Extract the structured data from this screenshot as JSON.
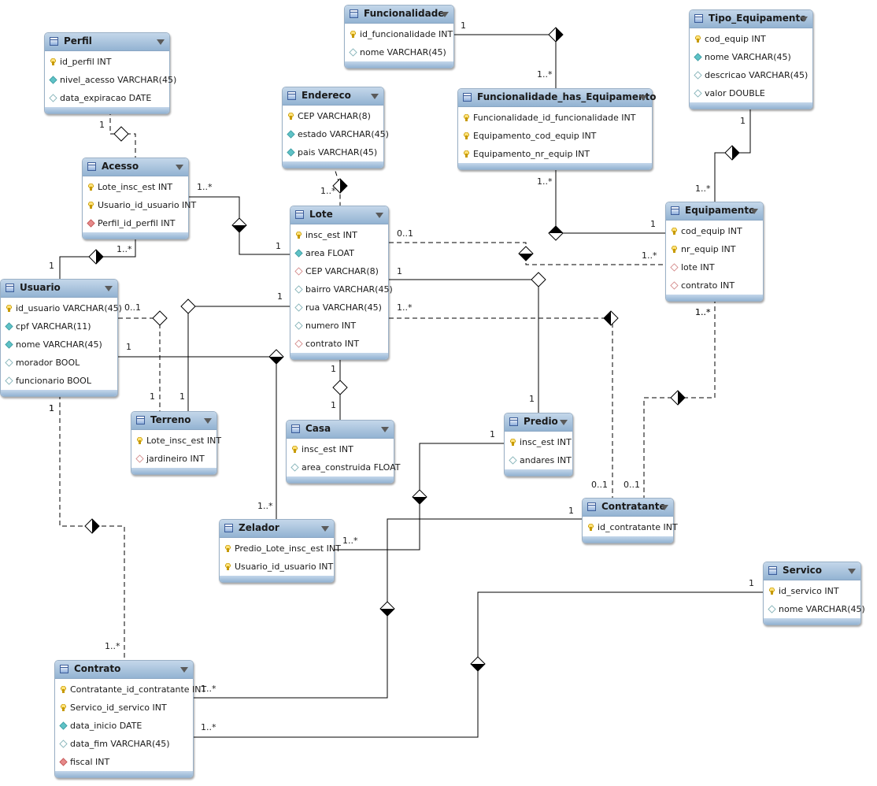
{
  "tables": [
    {
      "id": "perfil",
      "name": "Perfil",
      "columns": [
        {
          "icon": "pk",
          "text": "id_perfil INT"
        },
        {
          "icon": "nn",
          "text": "nivel_acesso VARCHAR(45)"
        },
        {
          "icon": "nl",
          "text": "data_expiracao DATE"
        }
      ]
    },
    {
      "id": "funcionalidade",
      "name": "Funcionalidade",
      "columns": [
        {
          "icon": "pk",
          "text": "id_funcionalidade INT"
        },
        {
          "icon": "nl",
          "text": "nome VARCHAR(45)"
        }
      ]
    },
    {
      "id": "tipo_equipamento",
      "name": "Tipo_Equipamento",
      "columns": [
        {
          "icon": "pk",
          "text": "cod_equip INT"
        },
        {
          "icon": "nn",
          "text": "nome VARCHAR(45)"
        },
        {
          "icon": "nl",
          "text": "descricao VARCHAR(45)"
        },
        {
          "icon": "nl",
          "text": "valor DOUBLE"
        }
      ]
    },
    {
      "id": "endereco",
      "name": "Endereco",
      "columns": [
        {
          "icon": "pk",
          "text": "CEP VARCHAR(8)"
        },
        {
          "icon": "nn",
          "text": "estado VARCHAR(45)"
        },
        {
          "icon": "nn",
          "text": "pais VARCHAR(45)"
        }
      ]
    },
    {
      "id": "func_has_equip",
      "name": "Funcionalidade_has_Equipamento",
      "columns": [
        {
          "icon": "pk",
          "text": "Funcionalidade_id_funcionalidade INT"
        },
        {
          "icon": "pk",
          "text": "Equipamento_cod_equip INT"
        },
        {
          "icon": "pk",
          "text": "Equipamento_nr_equip INT"
        }
      ]
    },
    {
      "id": "acesso",
      "name": "Acesso",
      "columns": [
        {
          "icon": "pk",
          "text": "Lote_insc_est INT"
        },
        {
          "icon": "pk",
          "text": "Usuario_id_usuario INT"
        },
        {
          "icon": "fk",
          "text": "Perfil_id_perfil INT"
        }
      ]
    },
    {
      "id": "lote",
      "name": "Lote",
      "columns": [
        {
          "icon": "pk",
          "text": "insc_est INT"
        },
        {
          "icon": "nn",
          "text": "area FLOAT"
        },
        {
          "icon": "fkn",
          "text": "CEP VARCHAR(8)"
        },
        {
          "icon": "nl",
          "text": "bairro VARCHAR(45)"
        },
        {
          "icon": "nl",
          "text": "rua VARCHAR(45)"
        },
        {
          "icon": "nl",
          "text": "numero INT"
        },
        {
          "icon": "fkn",
          "text": "contrato INT"
        }
      ]
    },
    {
      "id": "equipamento",
      "name": "Equipamento",
      "columns": [
        {
          "icon": "pk",
          "text": "cod_equip INT"
        },
        {
          "icon": "pk",
          "text": "nr_equip INT"
        },
        {
          "icon": "fkn",
          "text": "lote INT"
        },
        {
          "icon": "fkn",
          "text": "contrato INT"
        }
      ]
    },
    {
      "id": "usuario",
      "name": "Usuario",
      "columns": [
        {
          "icon": "pk",
          "text": "id_usuario VARCHAR(45)"
        },
        {
          "icon": "nn",
          "text": "cpf VARCHAR(11)"
        },
        {
          "icon": "nn",
          "text": "nome VARCHAR(45)"
        },
        {
          "icon": "nl",
          "text": "morador BOOL"
        },
        {
          "icon": "nl",
          "text": "funcionario BOOL"
        }
      ]
    },
    {
      "id": "terreno",
      "name": "Terreno",
      "columns": [
        {
          "icon": "pk",
          "text": "Lote_insc_est INT"
        },
        {
          "icon": "fkn",
          "text": "jardineiro INT"
        }
      ]
    },
    {
      "id": "casa",
      "name": "Casa",
      "columns": [
        {
          "icon": "pk",
          "text": "insc_est INT"
        },
        {
          "icon": "nl",
          "text": "area_construida FLOAT"
        }
      ]
    },
    {
      "id": "predio",
      "name": "Predio",
      "columns": [
        {
          "icon": "pk",
          "text": "insc_est INT"
        },
        {
          "icon": "nl",
          "text": "andares INT"
        }
      ]
    },
    {
      "id": "contratante",
      "name": "Contratante",
      "columns": [
        {
          "icon": "pk",
          "text": "id_contratante INT"
        }
      ]
    },
    {
      "id": "zelador",
      "name": "Zelador",
      "columns": [
        {
          "icon": "pk",
          "text": "Predio_Lote_insc_est INT"
        },
        {
          "icon": "pk",
          "text": "Usuario_id_usuario INT"
        }
      ]
    },
    {
      "id": "servico",
      "name": "Servico",
      "columns": [
        {
          "icon": "pk",
          "text": "id_servico INT"
        },
        {
          "icon": "nl",
          "text": "nome VARCHAR(45)"
        }
      ]
    },
    {
      "id": "contrato",
      "name": "Contrato",
      "columns": [
        {
          "icon": "pk",
          "text": "Contratante_id_contratante INT"
        },
        {
          "icon": "pk",
          "text": "Servico_id_servico INT"
        },
        {
          "icon": "nn",
          "text": "data_inicio DATE"
        },
        {
          "icon": "nl",
          "text": "data_fim VARCHAR(45)"
        },
        {
          "icon": "fk",
          "text": "fiscal INT"
        }
      ]
    }
  ],
  "cardinalities": [
    {
      "id": "c1",
      "text": "1"
    },
    {
      "id": "c2",
      "text": "1..*"
    },
    {
      "id": "c3",
      "text": "1"
    },
    {
      "id": "c4",
      "text": "1..*"
    },
    {
      "id": "c5",
      "text": "1..*"
    },
    {
      "id": "c6",
      "text": "1"
    },
    {
      "id": "c7",
      "text": "1"
    },
    {
      "id": "c8",
      "text": "1..*"
    },
    {
      "id": "c9",
      "text": "1..*"
    },
    {
      "id": "c10",
      "text": "1"
    },
    {
      "id": "c11",
      "text": "1..*"
    },
    {
      "id": "c12",
      "text": "1"
    },
    {
      "id": "c13",
      "text": "1..*"
    },
    {
      "id": "c14",
      "text": "1"
    },
    {
      "id": "c15",
      "text": "0..1"
    },
    {
      "id": "c16",
      "text": "1..*"
    },
    {
      "id": "c17",
      "text": "1"
    },
    {
      "id": "c18",
      "text": "0..1"
    },
    {
      "id": "c19",
      "text": "1"
    },
    {
      "id": "c20",
      "text": "1"
    },
    {
      "id": "c21",
      "text": "1"
    },
    {
      "id": "c22",
      "text": "1..*"
    },
    {
      "id": "c23",
      "text": "1"
    },
    {
      "id": "c24",
      "text": "1"
    },
    {
      "id": "c25",
      "text": "1"
    },
    {
      "id": "c26",
      "text": "1"
    },
    {
      "id": "c27",
      "text": "1"
    },
    {
      "id": "c28",
      "text": "1..*"
    },
    {
      "id": "c29",
      "text": "0..1"
    },
    {
      "id": "c30",
      "text": "0..1"
    },
    {
      "id": "c31",
      "text": "1..*"
    },
    {
      "id": "c32",
      "text": "1"
    },
    {
      "id": "c33",
      "text": "1"
    },
    {
      "id": "c34",
      "text": "1..*"
    },
    {
      "id": "c35",
      "text": "1..*"
    },
    {
      "id": "c36",
      "text": "1"
    },
    {
      "id": "c37",
      "text": "1..*"
    },
    {
      "id": "c38",
      "text": "1..*"
    }
  ]
}
